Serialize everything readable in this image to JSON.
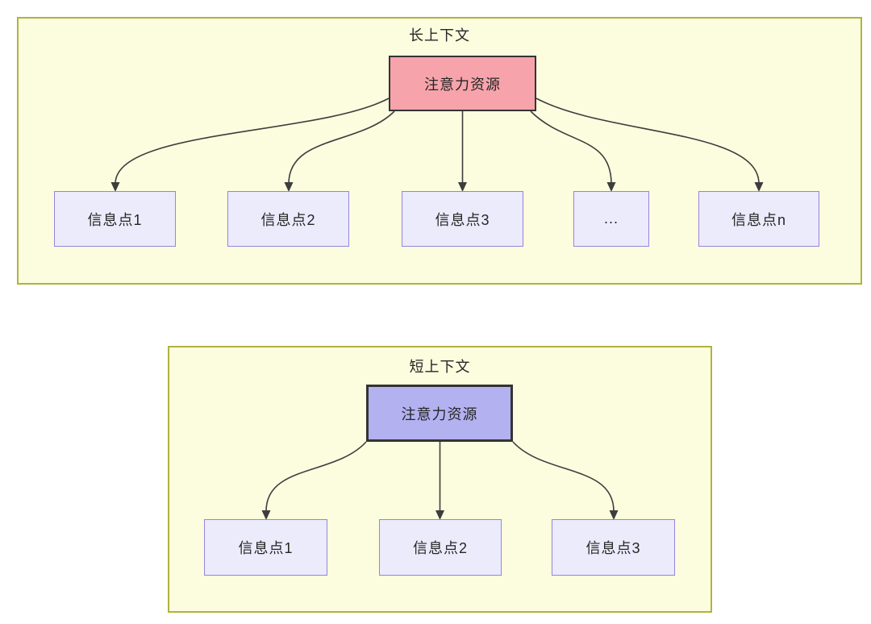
{
  "long": {
    "title": "长上下文",
    "attention": "注意力资源",
    "nodes": [
      "信息点1",
      "信息点2",
      "信息点3",
      "...",
      "信息点n"
    ]
  },
  "short": {
    "title": "短上下文",
    "attention": "注意力资源",
    "nodes": [
      "信息点1",
      "信息点2",
      "信息点3"
    ]
  },
  "colors": {
    "container_fill": "#FCFCDF",
    "container_border": "#B2B23E",
    "long_attention_fill": "#F7A3AB",
    "short_attention_fill": "#B3B1F0",
    "attention_border": "#333333",
    "node_fill": "#ECEBFB",
    "node_border": "#9585DB",
    "arrow": "#3D3D3D",
    "text": "#262626"
  }
}
